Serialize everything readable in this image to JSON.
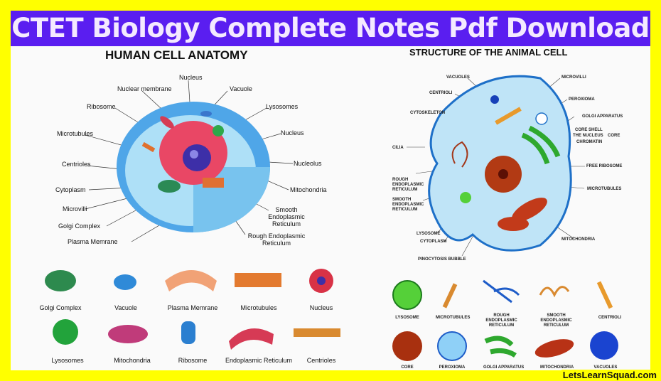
{
  "title": "CTET Biology Complete Notes Pdf Download",
  "left": {
    "heading": "HUMAN CELL ANATOMY",
    "labels": [
      "Nucleus",
      "Nuclear membrane",
      "Vacuole",
      "Ribosome",
      "Lysosomes",
      "Microtubules",
      "Nucleus",
      "Centrioles",
      "Nucleolus",
      "Cytoplasm",
      "Mitochondria",
      "Microvilli",
      "Smooth Endoplasmic Reticulum",
      "Golgi Complex",
      "Rough Endoplasmic Reticulum",
      "Plasma Memrane"
    ],
    "row1": [
      "Golgi Complex",
      "Vacuole",
      "Plasma Memrane",
      "Microtubules",
      "Nucleus"
    ],
    "row2": [
      "Lysosomes",
      "Mitochondria",
      "Ribosome",
      "Endoplasmic Reticulum",
      "Centrioles"
    ]
  },
  "right": {
    "heading": "STRUCTURE OF THE ANIMAL CELL",
    "labels": [
      "VACUOLES",
      "MICROVILLI",
      "CENTRIOLI",
      "PEROXIOMA",
      "CYTOSKELETON",
      "GOLGI APPARATUS",
      "CORE SHELL",
      "THE NUCLEUS",
      "CHROMATIN",
      "CORE",
      "CILIA",
      "FREE RIBOSOME",
      "ROUGH ENDOPLASMIC RETICULUM",
      "MICROTUBULES",
      "SMOOTH ENDOPLASMIC RETICULUM",
      "LYSOSOME",
      "CYTOPLASM",
      "MITOCHONDRIA",
      "PINOCYTOSIS BUBBLE"
    ],
    "row1": [
      "LYSOSOME",
      "MICROTUBULES",
      "ROUGH ENDOPLASMIC RETICULUM",
      "SMOOTH ENDOPLASMIC RETICULUM",
      "CENTRIOLI"
    ],
    "row2": [
      "CORE",
      "PEROXIOMA",
      "GOLGI APPARATUS",
      "MITOCHONDRIA",
      "VACUOLES"
    ]
  },
  "footer": {
    "site": "LetsLearnSquad.com"
  },
  "colors": {
    "border": "#ffff00",
    "titlebar": "#5a1ef0"
  }
}
